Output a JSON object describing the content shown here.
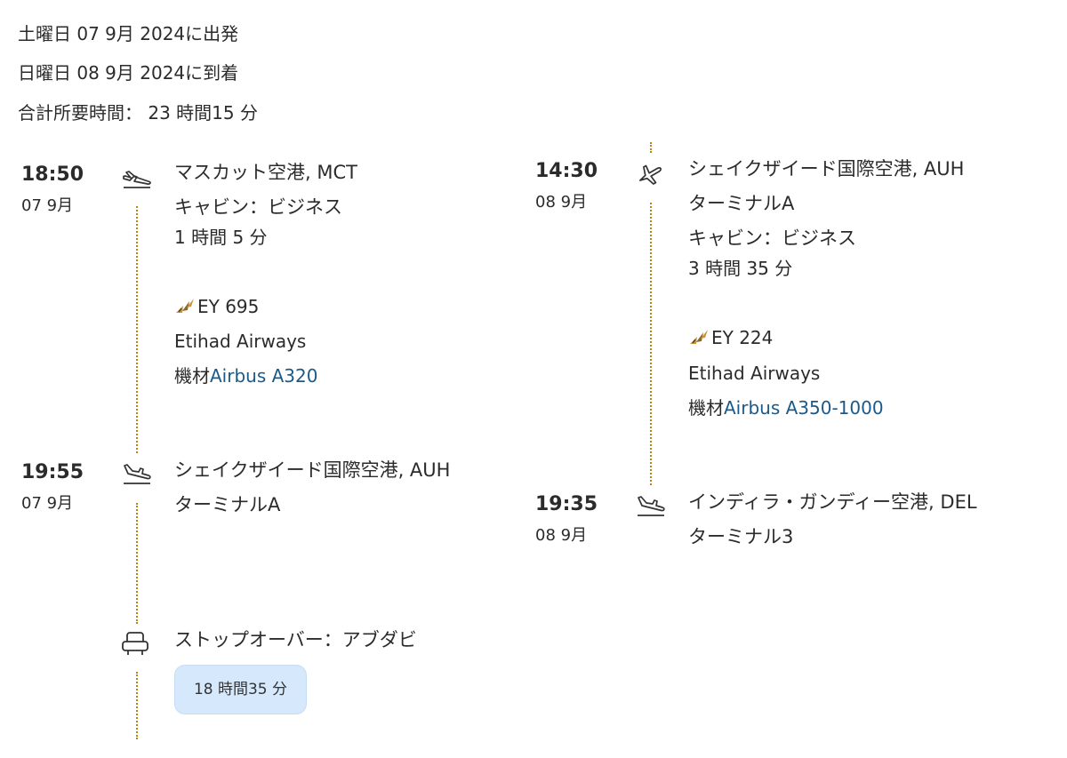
{
  "summary": {
    "departure": "土曜日 07 9月 2024に出発",
    "arrival": "日曜日 08 9月 2024に到着",
    "total_duration": "合計所要時間： 23 時間15 分"
  },
  "legs": [
    {
      "dep_time": "18:50",
      "dep_date": "07 9月",
      "dep_airport": "マスカット空港, MCT",
      "cabin": "キャビン：ビジネス",
      "duration": "1 時間 5 分",
      "flight_no": "EY 695",
      "airline": "Etihad Airways",
      "aircraft_prefix": "機材",
      "aircraft": "Airbus A320",
      "arr_time": "19:55",
      "arr_date": "07 9月",
      "arr_airport": "シェイクザイード国際空港, AUH",
      "arr_terminal": "ターミナルA"
    },
    {
      "dep_time": "14:30",
      "dep_date": "08 9月",
      "dep_airport": "シェイクザイード国際空港, AUH",
      "dep_terminal": "ターミナルA",
      "cabin": "キャビン：ビジネス",
      "duration": "3 時間 35 分",
      "flight_no": "EY 224",
      "airline": "Etihad Airways",
      "aircraft_prefix": "機材",
      "aircraft": "Airbus A350-1000",
      "arr_time": "19:35",
      "arr_date": "08 9月",
      "arr_airport": "インディラ・ガンディー空港, DEL",
      "arr_terminal": "ターミナル3"
    }
  ],
  "stopover": {
    "label": "ストップオーバー：アブダビ",
    "duration": "18 時間35 分"
  },
  "icons": {
    "takeoff": "takeoff-icon",
    "landing": "landing-icon",
    "plane": "plane-icon",
    "seat": "seat-icon",
    "airline_logo": "etihad-logo-icon"
  },
  "colors": {
    "timeline": "#b8860b",
    "link": "#1a5a8a",
    "pill_bg": "#d6e8fb"
  }
}
